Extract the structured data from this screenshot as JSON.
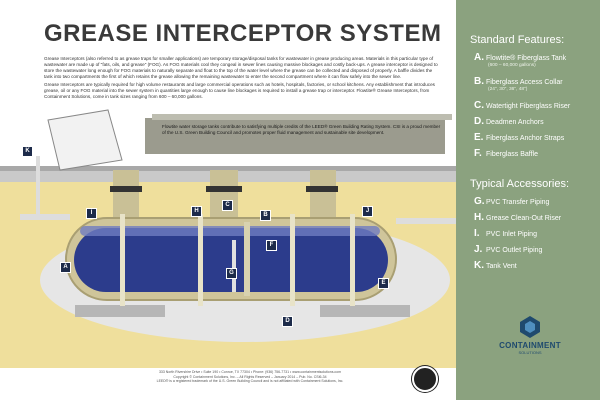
{
  "title": "GREASE INTERCEPTOR SYSTEM",
  "paragraphs": {
    "p1": "Grease Interceptors (also referred to as grease traps for smaller applications) are temporary storage/disposal tanks for wastewater in grease producing areas. Materials in this particular type of wastewater are made up of \"fats, oils, and grease\" (FOG). As FOG materials cool they congeal in sewer lines causing massive blockages and costly back-ups. A grease interceptor is designed to store the wastewater long enough for FOG materials to naturally separate and float to the top of the water level where the grease can be collected and disposed of properly. A baffle divides the tank into two compartments the first of which retains the grease allowing the remaining wastewater to enter the second compartment where it can flow safely into the sewer line.",
    "p2": "Grease Interceptors are typically required for high volume restaurants and large commercial operations such as hotels, hospitals, factories, or school kitchens. Any establishment that introduces grease, oil or any FOG material into the sewer system in quantities large enough to cause line blockages is required to install a grease trap or interceptor. Flowtite® Grease Interceptors, from Containment Solutions, come in tank sizes ranging from 600 – 60,000 gallons.",
    "p3": "Flowtite water storage tanks contribute to satisfying multiple credits of the LEED® Green Building Rating System. CSI is a proud member of the U.S. Green Building Council and promotes proper fluid management and sustainable site development."
  },
  "standard_features": {
    "heading": "Standard Features:",
    "items": [
      {
        "letter": "A.",
        "label": "Flowtite® Fiberglass Tank",
        "sub": "(600 – 60,000 gallons)"
      },
      {
        "letter": "B.",
        "label": "Fiberglass Access Collar",
        "sub": "(24\", 30\", 36\", 48\")"
      },
      {
        "letter": "C.",
        "label": "Watertight Fiberglass Riser",
        "sub": ""
      },
      {
        "letter": "D.",
        "label": "Deadmen Anchors",
        "sub": ""
      },
      {
        "letter": "E.",
        "label": "Fiberglass Anchor Straps",
        "sub": ""
      },
      {
        "letter": "F.",
        "label": "Fiberglass Baffle",
        "sub": ""
      }
    ]
  },
  "typical_accessories": {
    "heading": "Typical Accessories:",
    "items": [
      {
        "letter": "G.",
        "label": "PVC Transfer Piping"
      },
      {
        "letter": "H.",
        "label": "Grease Clean-Out Riser"
      },
      {
        "letter": "I.",
        "label": "PVC Inlet Piping"
      },
      {
        "letter": "J.",
        "label": "PVC Outlet Piping"
      },
      {
        "letter": "K.",
        "label": "Tank Vent"
      }
    ]
  },
  "diagram_labels": [
    "A",
    "B",
    "C",
    "D",
    "E",
    "F",
    "G",
    "H",
    "I",
    "J",
    "K"
  ],
  "logo": {
    "name": "CONTAINMENT",
    "sub": "SOLUTIONS"
  },
  "footer": {
    "line1": "333 North Rivershire Drive • Suite 190 • Conroe, TX 77304 • Phone: (936) 756-7731 • www.containmentsolutions.com",
    "line2": "Copyright © Containment Solutions, Inc. – All Rights Reserved – January 2014 – Pub. No. CSI6-34",
    "line3": "LEED® is a registered trademark of the U.S. Green Building Council and is not affiliated with Containment Solutions, Inc."
  },
  "colors": {
    "sidebar": "#8ba27f",
    "tank_fluid": "#2c3c8c",
    "soil": "#efdf9c",
    "gravel": "#e4e4e4",
    "label_box": "#1d2b4a"
  }
}
